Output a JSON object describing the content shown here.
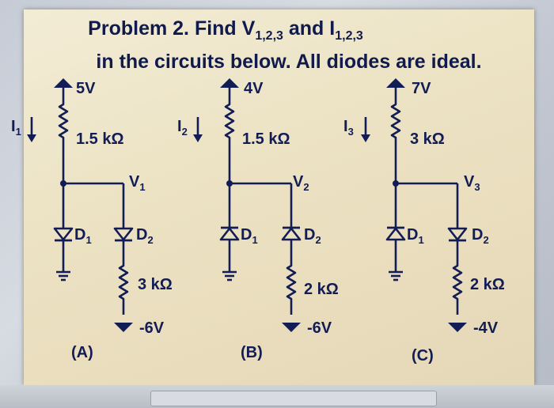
{
  "title": {
    "line1_prefix": "Problem 2. Find V",
    "line1_sub_v": "1,2,3",
    "line1_mid": " and I",
    "line1_sub_i": "1,2,3",
    "line2": "in the circuits below. All diodes are ideal."
  },
  "circuits": [
    {
      "supply": "5V",
      "current_main": "I",
      "current_sub": "1",
      "resistor_top": "1.5 kΩ",
      "node_main": "V",
      "node_sub": "1",
      "d1_main": "D",
      "d1_sub": "1",
      "d2_main": "D",
      "d2_sub": "2",
      "resistor_bottom": "3 kΩ",
      "neg_supply": "-6V",
      "label": "(A)"
    },
    {
      "supply": "4V",
      "current_main": "I",
      "current_sub": "2",
      "resistor_top": "1.5 kΩ",
      "node_main": "V",
      "node_sub": "2",
      "d1_main": "D",
      "d1_sub": "1",
      "d2_main": "D",
      "d2_sub": "2",
      "resistor_bottom": "2 kΩ",
      "neg_supply": "-6V",
      "label": "(B)"
    },
    {
      "supply": "7V",
      "current_main": "I",
      "current_sub": "3",
      "resistor_top": "3 kΩ",
      "node_main": "V",
      "node_sub": "3",
      "d1_main": "D",
      "d1_sub": "1",
      "d2_main": "D",
      "d2_sub": "2",
      "resistor_bottom": "2 kΩ",
      "neg_supply": "-4V",
      "label": "(C)"
    }
  ],
  "colors": {
    "ink": "#121c55",
    "paper": "#efe6c9"
  }
}
